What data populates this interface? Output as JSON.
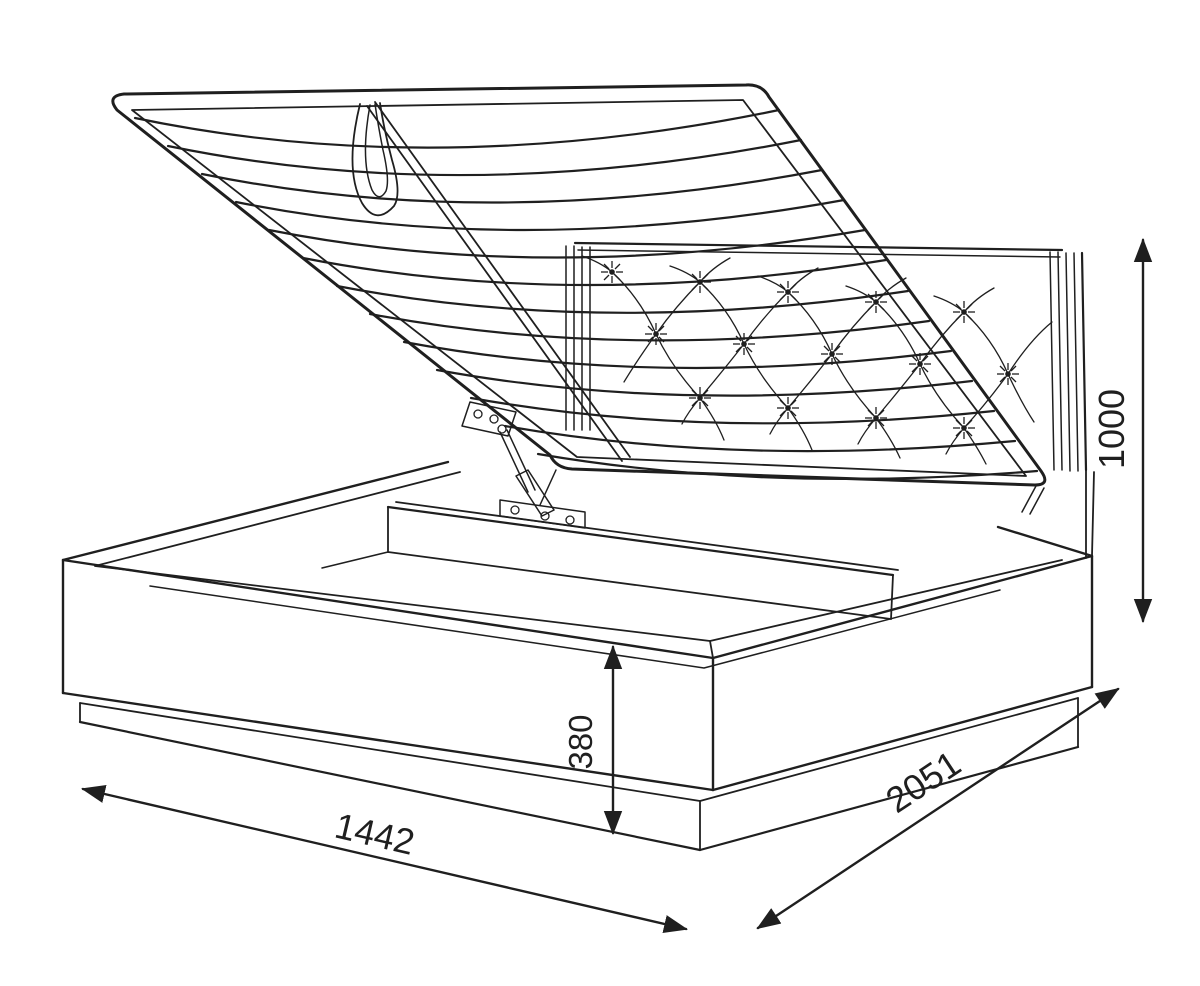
{
  "diagram": {
    "background": "#ffffff",
    "line_color": "#1f1f1f",
    "dimensions": {
      "height": "1000",
      "base_height": "380",
      "width": "1442",
      "length": "2051"
    }
  }
}
